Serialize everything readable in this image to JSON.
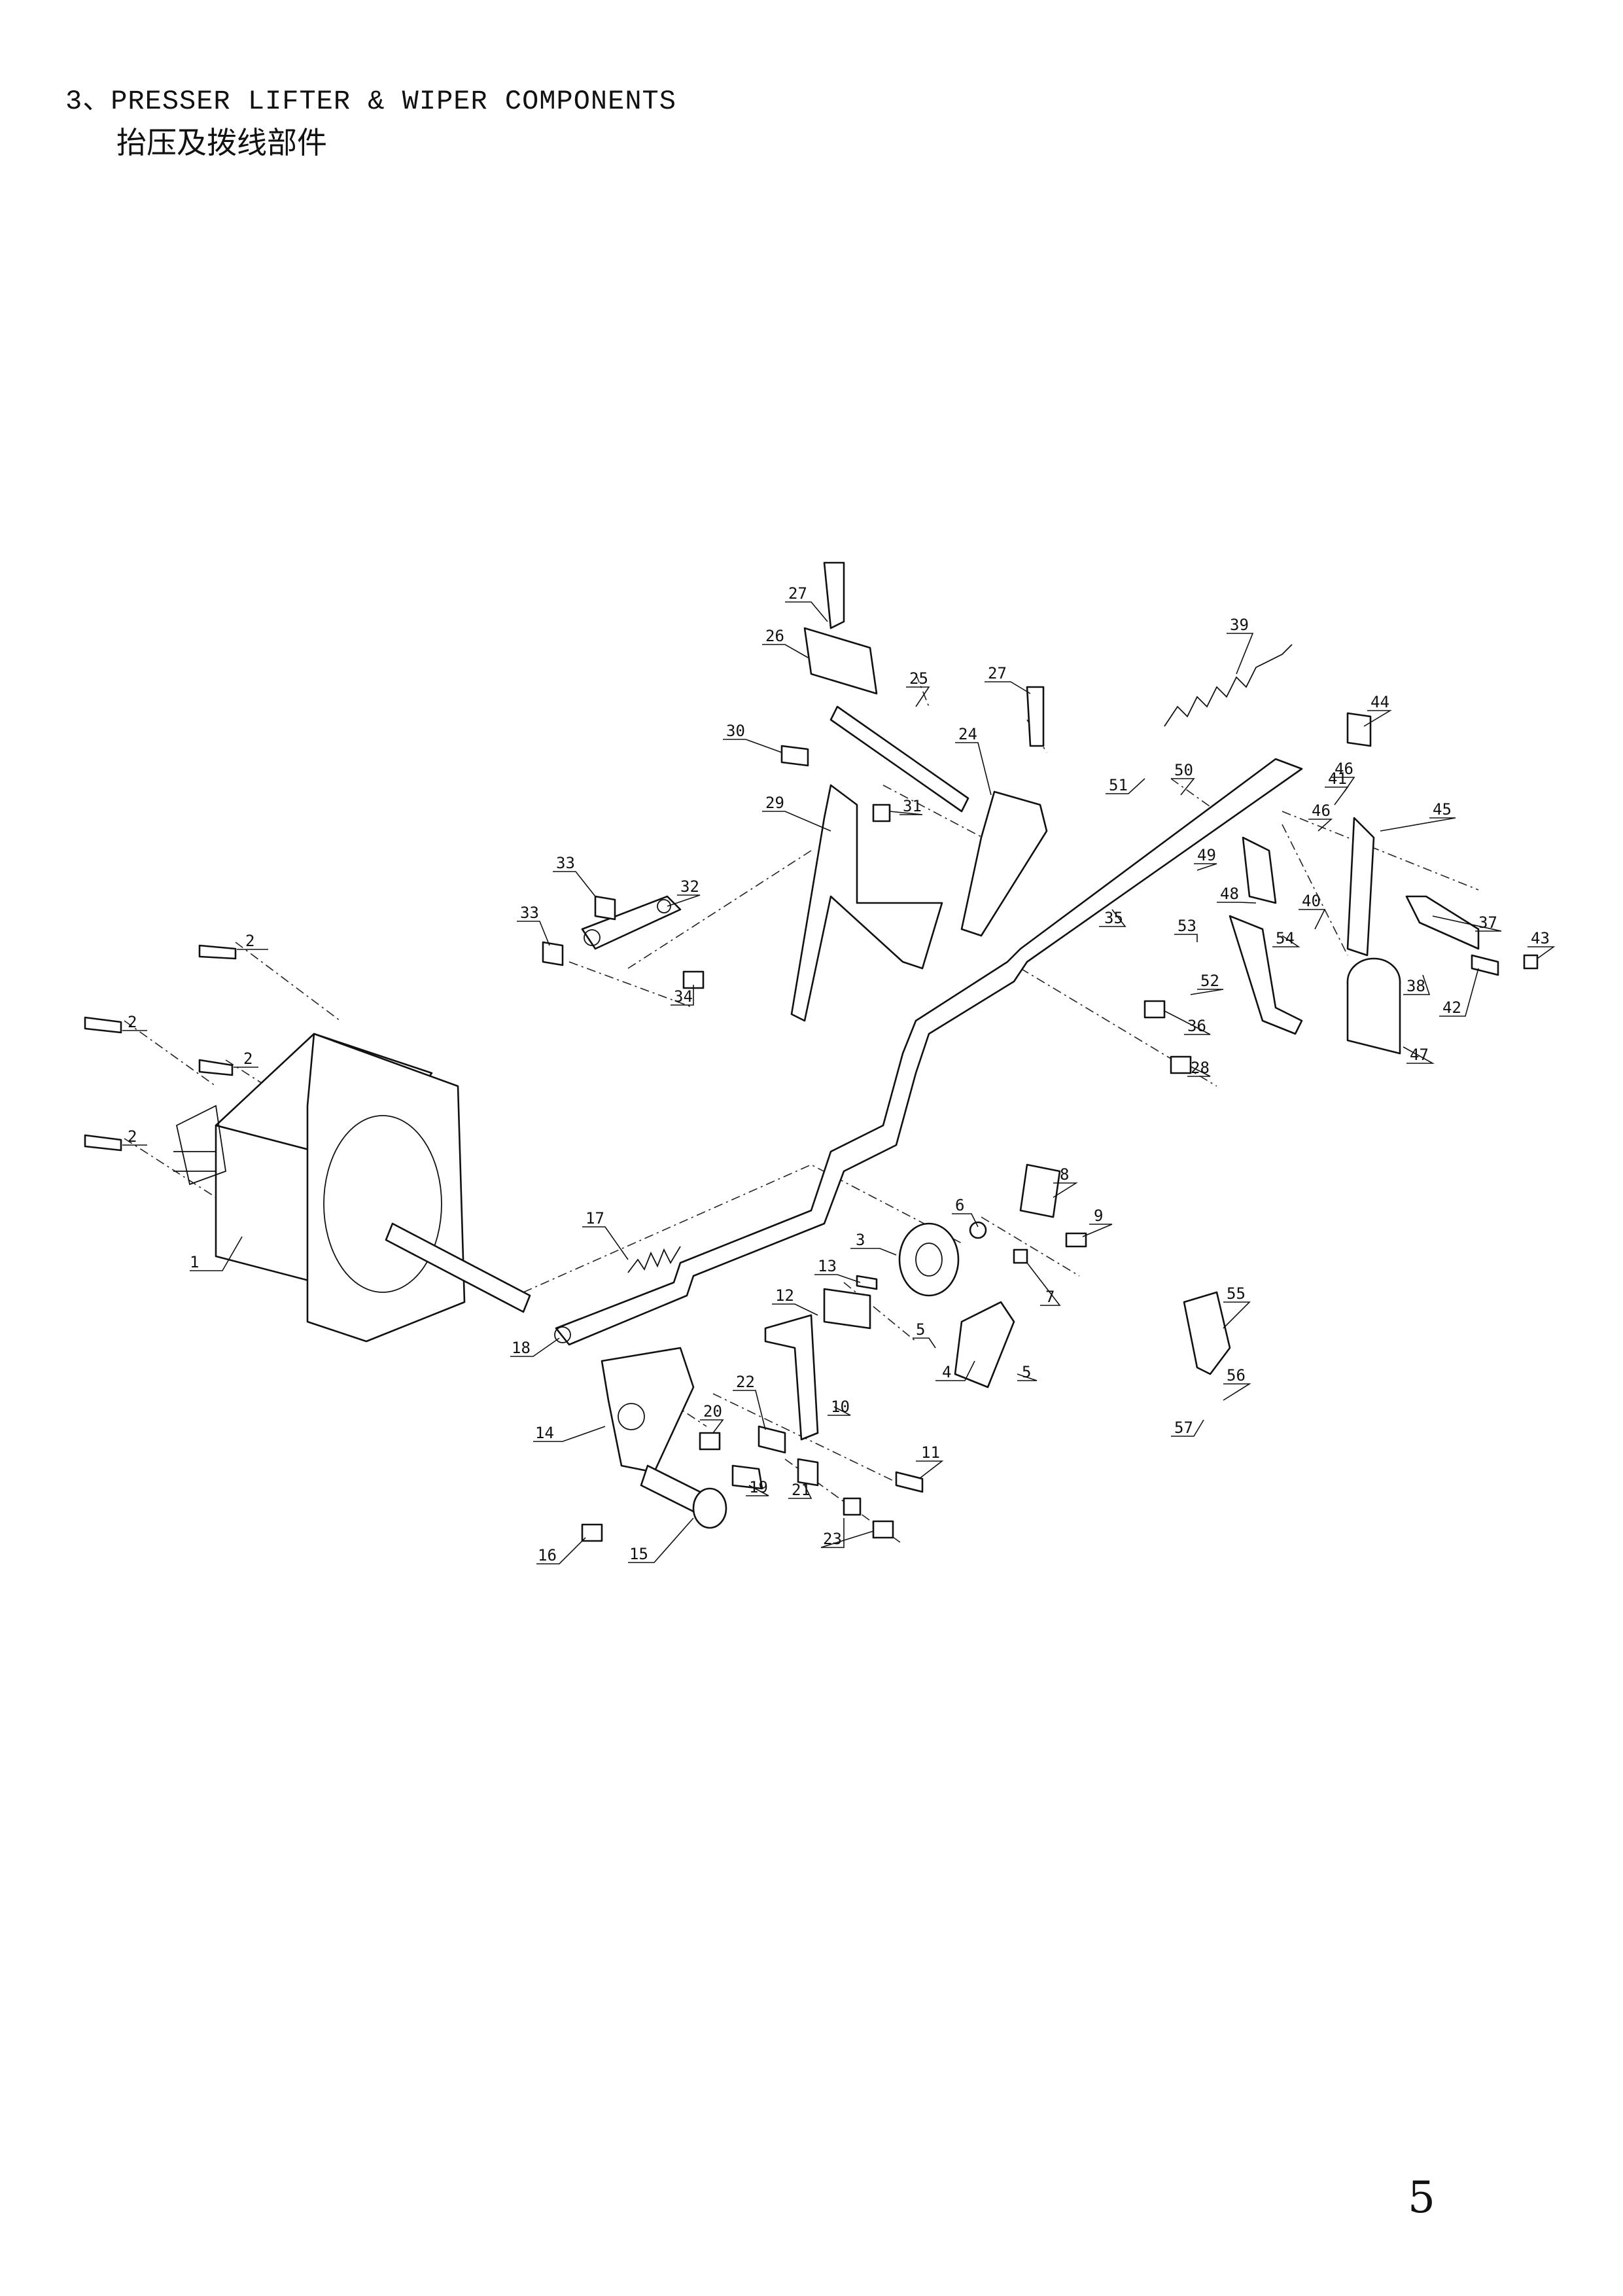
{
  "header": {
    "title": "3、PRESSER LIFTER & WIPER COMPONENTS",
    "subtitle": "抬压及拨线部件"
  },
  "page_number": "5",
  "callouts": [
    "1",
    "2",
    "2",
    "2",
    "2",
    "3",
    "4",
    "5",
    "5",
    "6",
    "7",
    "8",
    "9",
    "10",
    "11",
    "12",
    "13",
    "14",
    "15",
    "16",
    "17",
    "18",
    "19",
    "20",
    "21",
    "22",
    "23",
    "24",
    "25",
    "26",
    "27",
    "27",
    "28",
    "29",
    "30",
    "31",
    "32",
    "33",
    "33",
    "34",
    "35",
    "36",
    "37",
    "38",
    "39",
    "40",
    "41",
    "42",
    "43",
    "44",
    "45",
    "46",
    "46",
    "47",
    "48",
    "49",
    "50",
    "51",
    "52",
    "53",
    "54",
    "55",
    "56",
    "57"
  ]
}
